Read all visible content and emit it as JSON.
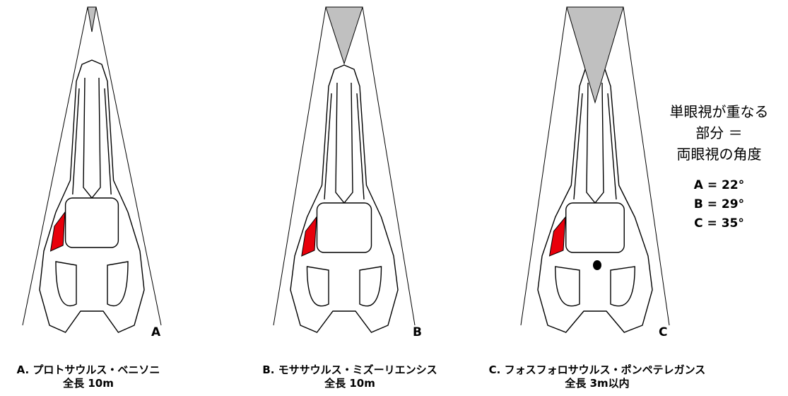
{
  "skulls": [
    {
      "letter": "A",
      "caption_name": "A. プロトサウルス・ベニソニ",
      "caption_size": "全長 10m",
      "angle_deg": 22
    },
    {
      "letter": "B",
      "caption_name": "B. モササウルス・ミズーリエンシス",
      "caption_size": "全長 10m",
      "angle_deg": 29
    },
    {
      "letter": "C",
      "caption_name": "C. フォスフォロサウルス・ポンペテレガンス",
      "caption_size": "全長 3m以内",
      "angle_deg": 35
    }
  ],
  "legend": {
    "title_lines": [
      "単眼視が重なる",
      "部分 ＝",
      "両眼視の角度"
    ],
    "angles": [
      "A = 22°",
      "B = 29°",
      "C = 35°"
    ]
  },
  "colors": {
    "overlap_fill": "#c0c0c0",
    "eye_opening": "#e8000b",
    "line": "#000000"
  }
}
